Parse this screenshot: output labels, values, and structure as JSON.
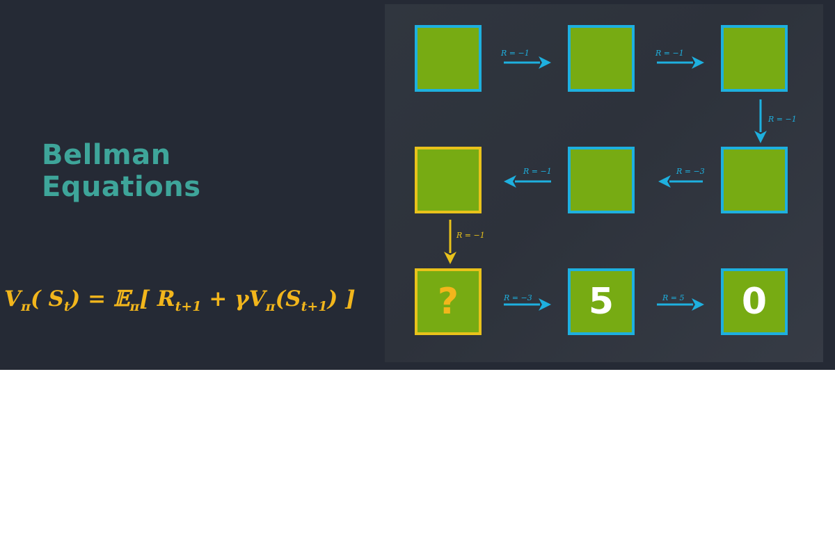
{
  "title": "Bellman Equations",
  "equation": {
    "v": "V",
    "pi": "π",
    "s": "S",
    "t": "t",
    "eq_text": " = ",
    "expect": "𝔼",
    "lbr": "[ ",
    "r": "R",
    "t1": "t+1",
    "plus_gamma": " + γ",
    "rbr": " ]"
  },
  "colors": {
    "banner_bg": "#252a35",
    "title": "#3ea59a",
    "equation": "#f2b61c",
    "cell_fill": "#77ab13",
    "cell_border": "#1eb0df",
    "highlight_border": "#e9c21b",
    "arrow": "#1eb0df",
    "highlight_arrow": "#e9c21b"
  },
  "grid": {
    "cells": [
      {
        "id": "r1c1",
        "value": "",
        "highlight": false
      },
      {
        "id": "r1c2",
        "value": "",
        "highlight": false
      },
      {
        "id": "r1c3",
        "value": "",
        "highlight": false
      },
      {
        "id": "r2c1",
        "value": "",
        "highlight": true
      },
      {
        "id": "r2c2",
        "value": "",
        "highlight": false
      },
      {
        "id": "r2c3",
        "value": "",
        "highlight": false
      },
      {
        "id": "r3c1",
        "value": "?",
        "highlight": true
      },
      {
        "id": "r3c2",
        "value": "5",
        "highlight": false
      },
      {
        "id": "r3c3",
        "value": "0",
        "highlight": false
      }
    ],
    "transitions": [
      {
        "id": "r1c1-r1c2",
        "reward": "R = −1",
        "direction": "right"
      },
      {
        "id": "r1c2-r1c3",
        "reward": "R = −1",
        "direction": "right"
      },
      {
        "id": "r1c3-r2c3",
        "reward": "R = −1",
        "direction": "down"
      },
      {
        "id": "r2c3-r2c2",
        "reward": "R = −3",
        "direction": "left"
      },
      {
        "id": "r2c2-r2c1",
        "reward": "R = −1",
        "direction": "left"
      },
      {
        "id": "r2c1-r3c1",
        "reward": "R = −1",
        "direction": "down"
      },
      {
        "id": "r3c1-r3c2",
        "reward": "R = −3",
        "direction": "right"
      },
      {
        "id": "r3c2-r3c3",
        "reward": "R = 5",
        "direction": "right"
      }
    ]
  }
}
